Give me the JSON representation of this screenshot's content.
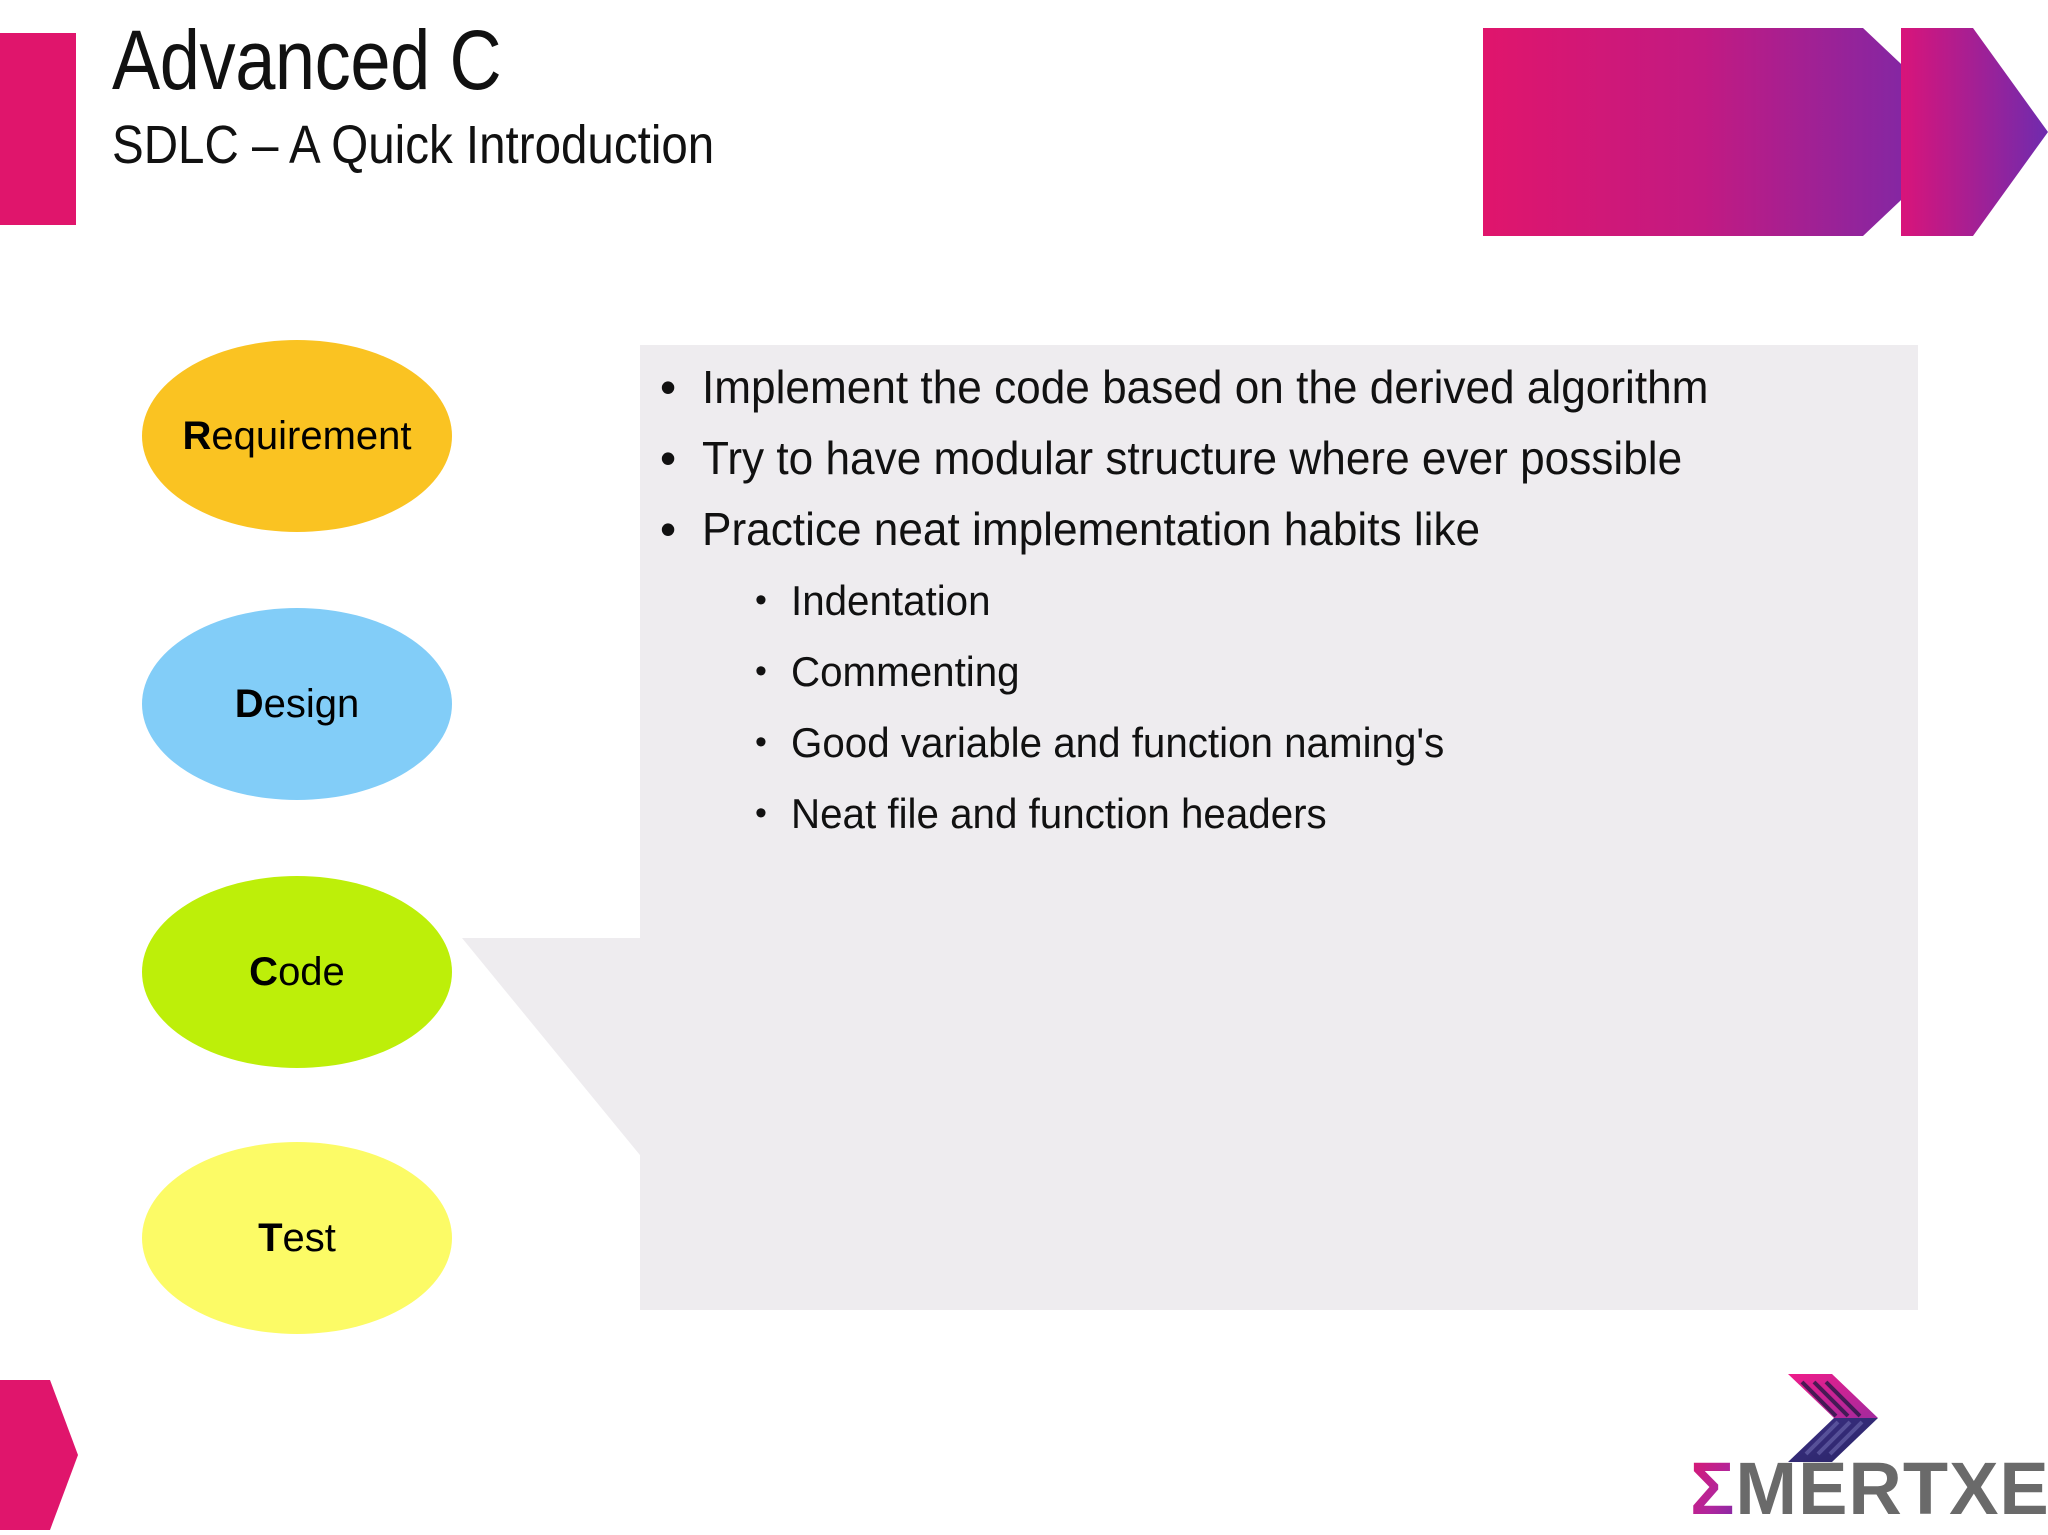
{
  "slide": {
    "title": "Advanced C",
    "subtitle": "SDLC – A Quick Introduction"
  },
  "sdlc_stages": [
    {
      "lead": "R",
      "rest": "equirement",
      "label": "Requirement",
      "color": "#fac322"
    },
    {
      "lead": "D",
      "rest": "esign",
      "label": "Design",
      "color": "#82cdf8"
    },
    {
      "lead": "C",
      "rest": "ode",
      "label": "Code",
      "color": "#bdef09"
    },
    {
      "lead": "T",
      "rest": "est",
      "label": "Test",
      "color": "#fcfb66"
    }
  ],
  "callout": {
    "bullet_mark": "•",
    "items": [
      {
        "level": 1,
        "text": "Implement the code based on the derived algorithm"
      },
      {
        "level": 1,
        "text": "Try to have modular structure where ever possible"
      },
      {
        "level": 1,
        "text": "Practice neat implementation habits like"
      },
      {
        "level": 2,
        "text": "Indentation"
      },
      {
        "level": 2,
        "text": "Commenting"
      },
      {
        "level": 2,
        "text": "Good variable and function naming's"
      },
      {
        "level": 2,
        "text": "Neat file and function headers"
      }
    ]
  },
  "branding": {
    "logo_sigma": "Σ",
    "logo_rest": "MERTXE",
    "accent_pink": "#e0156c",
    "accent_purple": "#7b2aa8",
    "panel_gray": "#eeecef"
  }
}
